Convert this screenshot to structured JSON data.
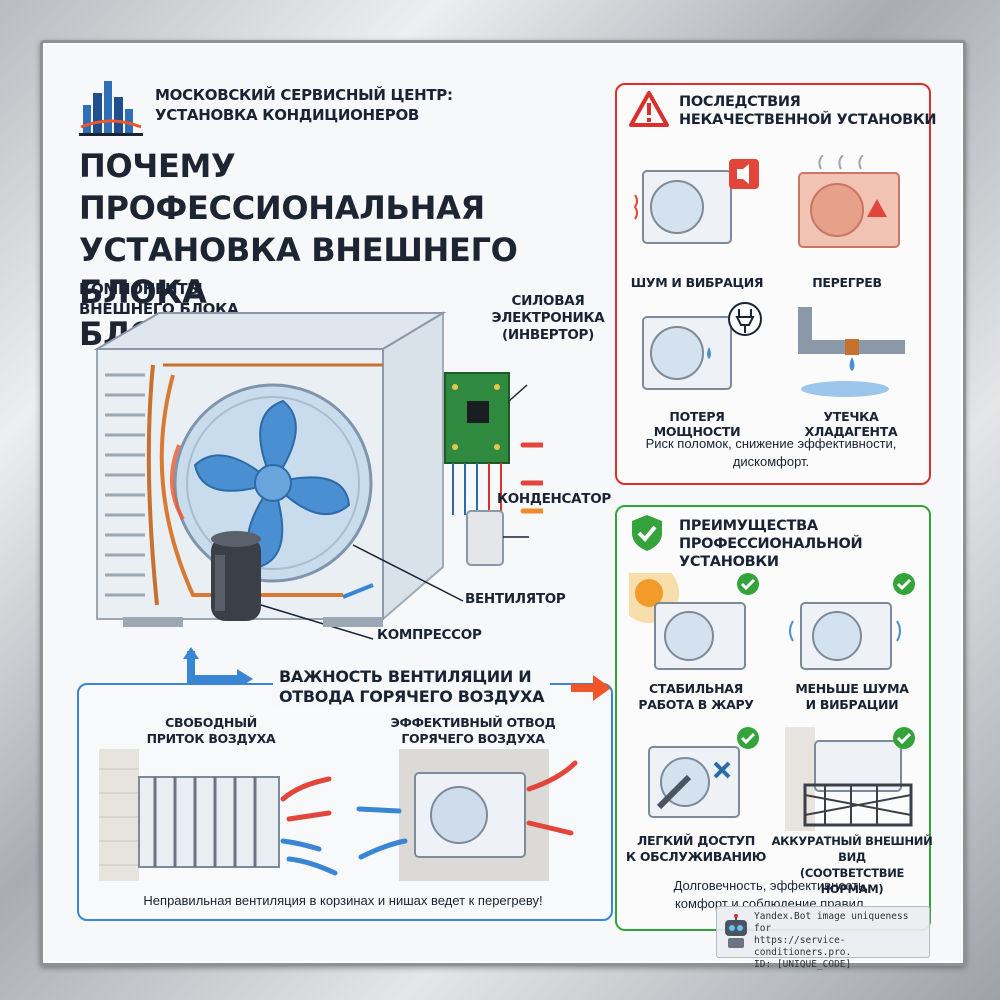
{
  "header": {
    "org_line1": "МОСКОВСКИЙ СЕРВИСНЫЙ ЦЕНТР:",
    "org_line2": "УСТАНОВКА КОНДИЦИОНЕРОВ",
    "title_line1": "ПОЧЕМУ ПРОФЕССИОНАЛЬНАЯ",
    "title_line2": "УСТАНОВКА ВНЕШНЕГО БЛОКА",
    "title_line3": "БЛОКА ВАЖНА"
  },
  "components": {
    "title_line1": "КОМПОНЕНТЫ",
    "title_line2": "ВНЕШНЕГО БЛОКА",
    "power_line1": "СИЛОВАЯ",
    "power_line2": "ЭЛЕКТРОНИКА",
    "power_line3": "(ИНВЕРТОР)",
    "capacitor": "КОНДЕНСАТОР",
    "fan": "ВЕНТИЛЯТОР",
    "compressor": "КОМПРЕССОР"
  },
  "ventilation": {
    "title_line1": "ВАЖНОСТЬ ВЕНТИЛЯЦИИ И",
    "title_line2": "ОТВОДА ГОРЯЧЕГО ВОЗДУХА",
    "free_line1": "СВОБОДНЫЙ",
    "free_line2": "ПРИТОК ВОЗДУХА",
    "exhaust_line1": "ЭФФЕКТИВНЫЙ ОТВОД",
    "exhaust_line2": "ГОРЯЧЕГО ВОЗДУХА",
    "note": "Неправильная вентиляция в корзинах и нишах ведет к перегреву!"
  },
  "consequences": {
    "title_line1": "ПОСЛЕДСТВИЯ",
    "title_line2": "НЕКАЧЕСТВЕННОЙ УСТАНОВКИ",
    "items": [
      {
        "label": "ШУМ И ВИБРАЦИЯ"
      },
      {
        "label": "ПЕРЕГРЕВ"
      },
      {
        "label": "ПОТЕРЯ МОЩНОСТИ"
      },
      {
        "label": "УТЕЧКА ХЛАДАГЕНТА"
      }
    ],
    "note_line1": "Риск поломок, снижение эффективности,",
    "note_line2": "дискомфорт."
  },
  "advantages": {
    "title_line1": "ПРЕИМУЩЕСТВА",
    "title_line2": "ПРОФЕССИОНАЛЬНОЙ УСТАНОВКИ",
    "items": [
      {
        "line1": "СТАБИЛЬНАЯ",
        "line2": "РАБОТА В ЖАРУ"
      },
      {
        "line1": "МЕНЬШЕ ШУМА",
        "line2": "И ВИБРАЦИИ"
      },
      {
        "line1": "ЛЕГКИЙ ДОСТУП",
        "line2": "К ОБСЛУЖИВАНИЮ"
      },
      {
        "line1": "АККУРАТНЫЙ ВНЕШНИЙ ВИД",
        "line2": "(СООТВЕТСТВИЕ НОРМАМ)"
      }
    ],
    "note_line1": "Долговечность, эффективность,",
    "note_line2": "комфорт и соблюдение правил."
  },
  "badge": {
    "line1": "Yandex.Bot image uniqueness for",
    "line2": "https://service-conditioners.pro.",
    "line3": "ID: [UNIQUE_CODE]"
  },
  "colors": {
    "danger": "#d9302b",
    "success": "#35a33c",
    "info": "#3a86d4",
    "hot": "#f0562a"
  },
  "icons": [
    "city-logo-icon",
    "warning-triangle-icon",
    "shield-check-icon",
    "check-icon",
    "robot-icon"
  ]
}
